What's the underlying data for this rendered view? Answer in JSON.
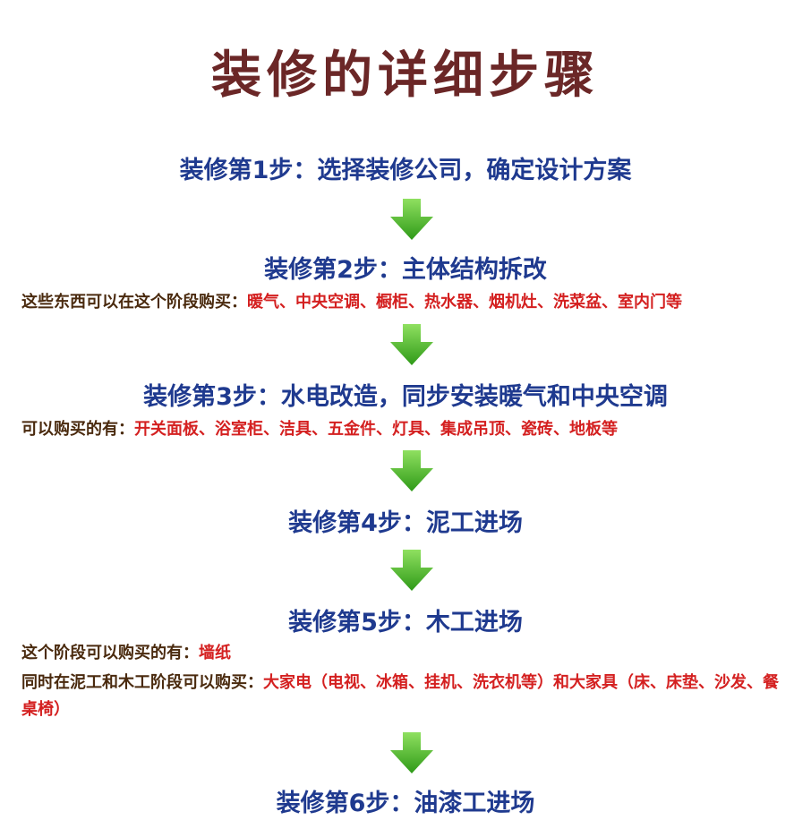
{
  "title": "装修的详细步骤",
  "steps": [
    {
      "label": "装修第1步：选择装修公司，确定设计方案"
    },
    {
      "label": "装修第2步：主体结构拆改",
      "notes": [
        {
          "prefix": "这些东西可以在这个阶段购买：",
          "items": "暖气、中央空调、橱柜、热水器、烟机灶、洗菜盆、室内门等"
        }
      ]
    },
    {
      "label": "装修第3步：水电改造，同步安装暖气和中央空调",
      "notes": [
        {
          "prefix": "可以购买的有：",
          "items": "开关面板、浴室柜、洁具、五金件、灯具、集成吊顶、瓷砖、地板等"
        }
      ]
    },
    {
      "label": "装修第4步：泥工进场"
    },
    {
      "label": "装修第5步：木工进场",
      "notes": [
        {
          "prefix": "这个阶段可以购买的有：",
          "items": "墙纸"
        },
        {
          "prefix": "同时在泥工和木工阶段可以购买：",
          "items": "大家电（电视、冰箱、挂机、洗衣机等）和大家具（床、床垫、沙发、餐桌椅）"
        }
      ]
    },
    {
      "label": "装修第6步：油漆工进场"
    }
  ],
  "colors": {
    "title": "#6b2727",
    "step": "#1f3a8f",
    "note_prefix": "#4a2a0e",
    "note_items": "#d42020",
    "arrow_light": "#8fe060",
    "arrow_dark": "#2f9a18"
  }
}
